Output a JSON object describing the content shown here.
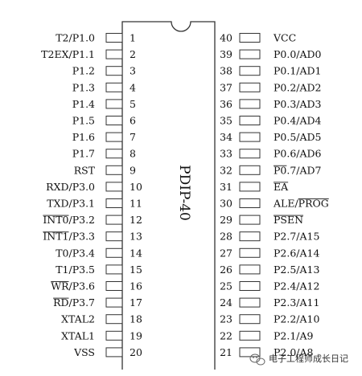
{
  "chip": {
    "package": "PDIP-40",
    "left_pins": [
      {
        "num": "1",
        "label": "T2/P1.0"
      },
      {
        "num": "2",
        "label": "T2EX/P1.1"
      },
      {
        "num": "3",
        "label": "P1.2"
      },
      {
        "num": "4",
        "label": "P1.3"
      },
      {
        "num": "5",
        "label": "P1.4"
      },
      {
        "num": "6",
        "label": "P1.5"
      },
      {
        "num": "7",
        "label": "P1.6"
      },
      {
        "num": "8",
        "label": "P1.7"
      },
      {
        "num": "9",
        "label": "RST"
      },
      {
        "num": "10",
        "label": "RXD/P3.0"
      },
      {
        "num": "11",
        "label": "TXD/P3.1"
      },
      {
        "num": "12",
        "label": "INT0/P3.2",
        "overline": "INT0"
      },
      {
        "num": "13",
        "label": "INT1/P3.3",
        "overline": "INT1"
      },
      {
        "num": "14",
        "label": "T0/P3.4"
      },
      {
        "num": "15",
        "label": "T1/P3.5"
      },
      {
        "num": "16",
        "label": "WR/P3.6",
        "overline": "WR"
      },
      {
        "num": "17",
        "label": "RD/P3.7",
        "overline": "RD"
      },
      {
        "num": "18",
        "label": "XTAL2"
      },
      {
        "num": "19",
        "label": "XTAL1"
      },
      {
        "num": "20",
        "label": "VSS"
      }
    ],
    "right_pins": [
      {
        "num": "40",
        "label": "VCC"
      },
      {
        "num": "39",
        "label": "P0.0/AD0"
      },
      {
        "num": "38",
        "label": "P0.1/AD1"
      },
      {
        "num": "37",
        "label": "P0.2/AD2"
      },
      {
        "num": "36",
        "label": "P0.3/AD3"
      },
      {
        "num": "35",
        "label": "P0.4/AD4"
      },
      {
        "num": "34",
        "label": "P0.5/AD5"
      },
      {
        "num": "33",
        "label": "P0.6/AD6"
      },
      {
        "num": "32",
        "label": "P0.7/AD7",
        "overline": "P0"
      },
      {
        "num": "31",
        "label": "EA",
        "overline": "EA"
      },
      {
        "num": "30",
        "label": "ALE/PROG",
        "overline": "PROG"
      },
      {
        "num": "29",
        "label": "PSEN",
        "overline": "PSEN"
      },
      {
        "num": "28",
        "label": "P2.7/A15"
      },
      {
        "num": "27",
        "label": "P2.6/A14"
      },
      {
        "num": "26",
        "label": "P2.5/A13"
      },
      {
        "num": "25",
        "label": "P2.4/A12"
      },
      {
        "num": "24",
        "label": "P2.3/A11"
      },
      {
        "num": "23",
        "label": "P2.2/A10"
      },
      {
        "num": "22",
        "label": "P2.1/A9"
      },
      {
        "num": "21",
        "label": "P2.0/A8"
      }
    ]
  },
  "watermark": {
    "text": "电子工程师成长日记",
    "icon": "wechat-icon"
  },
  "colors": {
    "line": "#333333",
    "text": "#111111",
    "background": "#ffffff"
  }
}
